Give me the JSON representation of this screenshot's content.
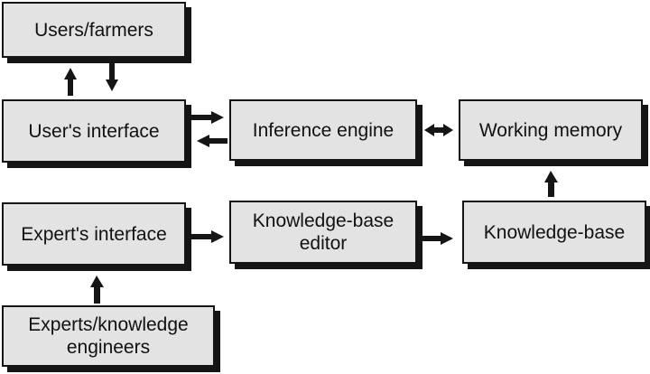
{
  "nodes": {
    "users_farmers": "Users/farmers",
    "users_interface": "User's interface",
    "inference_engine": "Inference engine",
    "working_memory": "Working memory",
    "experts_interface": "Expert's interface",
    "kb_editor_line1": "Knowledge-base",
    "kb_editor_line2": "editor",
    "knowledge_base": "Knowledge-base",
    "experts_line1": "Experts/knowledge",
    "experts_line2": "engineers"
  },
  "colors": {
    "box_fill": "#e3e3e3",
    "stroke": "#151515",
    "background": "#ffffff"
  }
}
